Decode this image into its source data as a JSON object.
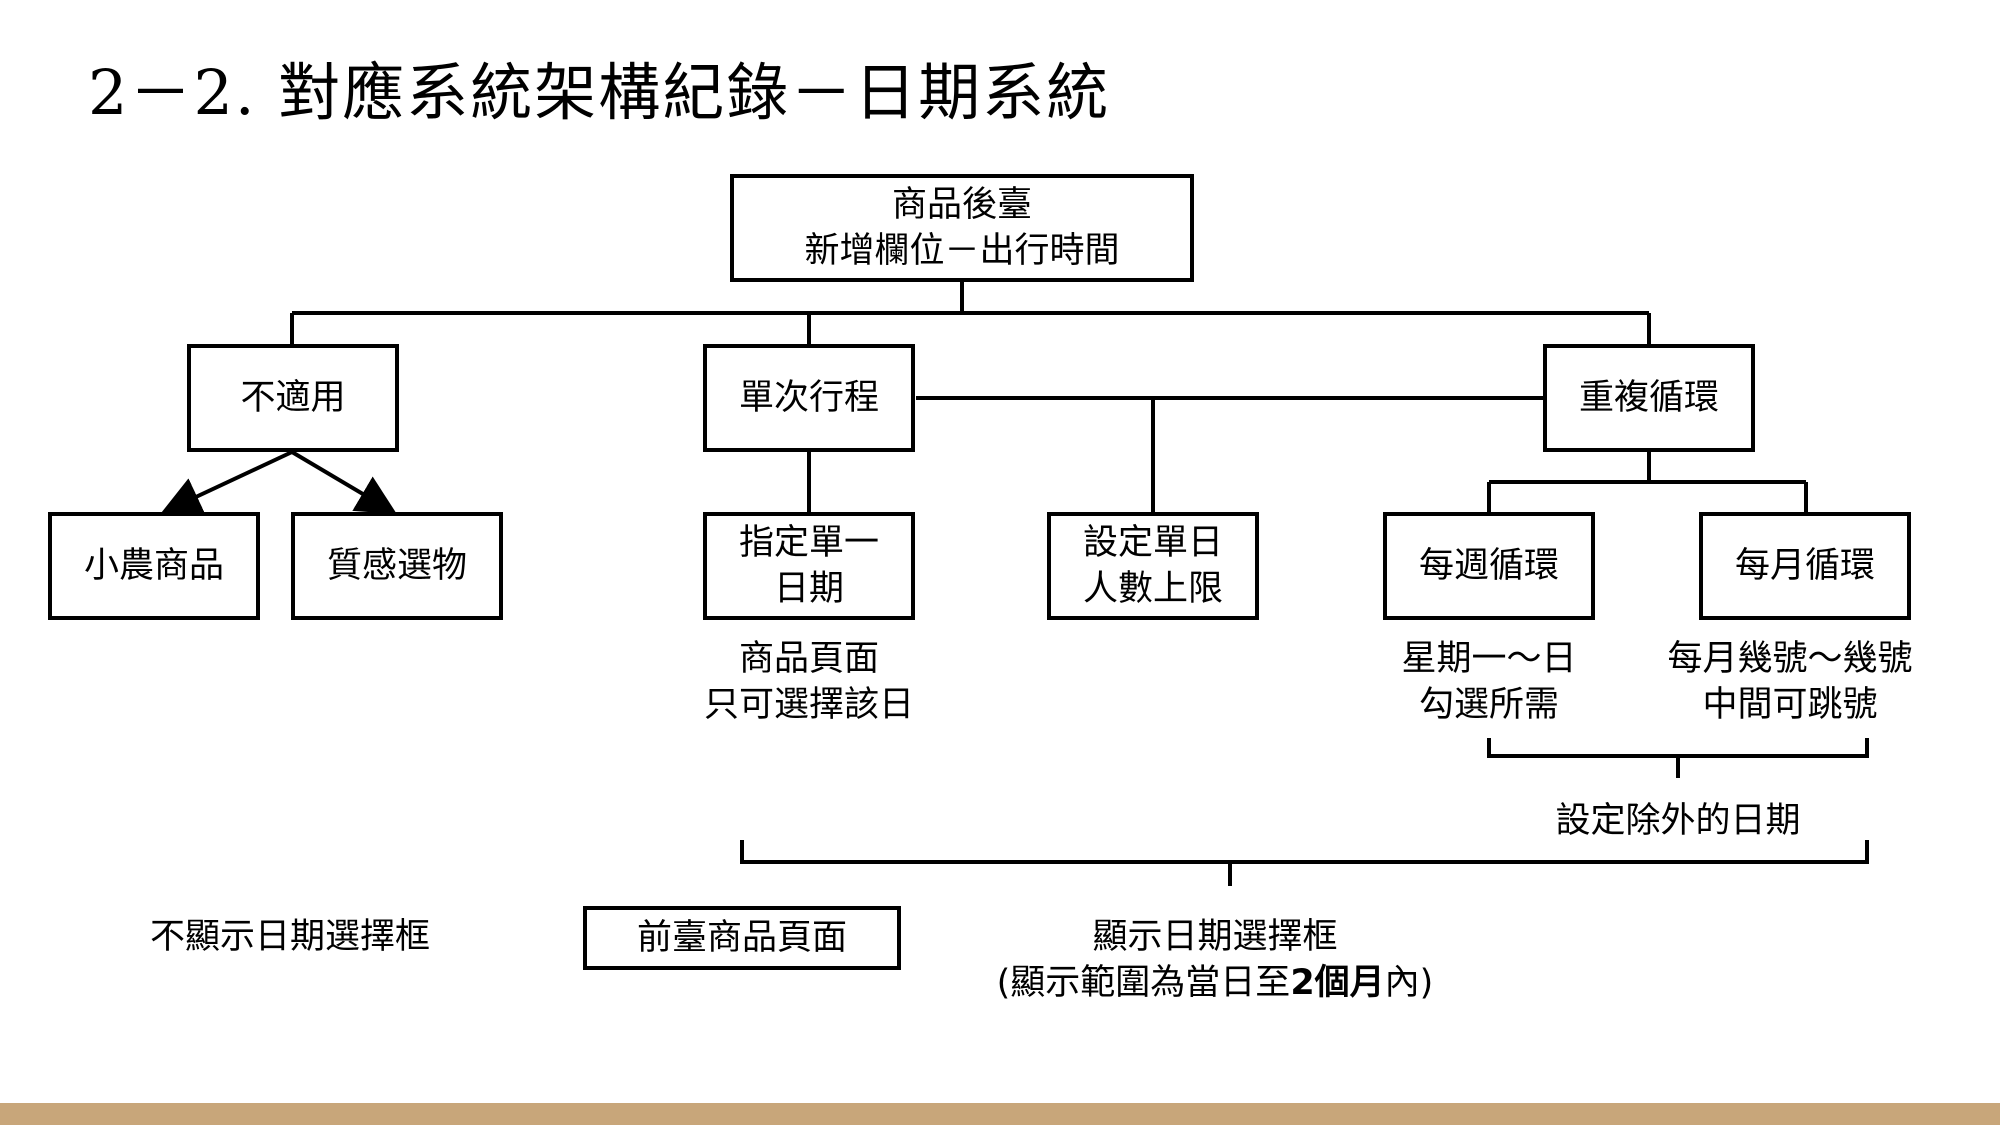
{
  "title": "2－2. 對應系統架構紀錄－日期系統",
  "nodes": {
    "root": [
      "商品後臺",
      "新增欄位－出行時間"
    ],
    "not_applicable": "不適用",
    "small_farm": "小農商品",
    "texture_gift": "質感選物",
    "single_trip": "單次行程",
    "repeat_cycle": "重複循環",
    "specify_single_date": [
      "指定單一",
      "日期"
    ],
    "daily_limit": [
      "設定單日",
      "人數上限"
    ],
    "weekly_cycle": "每週循環",
    "monthly_cycle": "每月循環",
    "frontend_page": "前臺商品頁面"
  },
  "notes": {
    "single_date_note": [
      "商品頁面",
      "只可選擇該日"
    ],
    "weekly_note": [
      "星期一～日",
      "勾選所需"
    ],
    "monthly_note": [
      "每月幾號～幾號",
      "中間可跳號"
    ],
    "exclude_dates": "設定除外的日期",
    "no_date_picker": "不顯示日期選擇框",
    "show_date_picker": "顯示日期選擇框",
    "range_prefix": "(顯示範圍為當日至",
    "range_bold": "2個月",
    "range_suffix": "內)"
  },
  "colors": {
    "bottom_bar": "#c8a67a"
  }
}
